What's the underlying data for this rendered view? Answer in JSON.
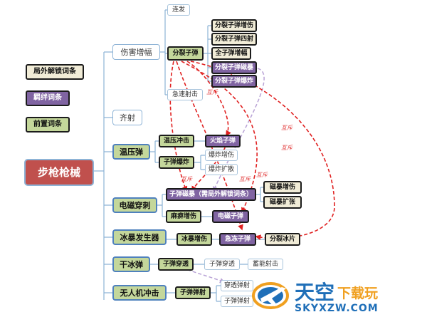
{
  "root": "步枪枪械",
  "legend": [
    "局外解锁词条",
    "羁绊词条",
    "前置词条"
  ],
  "categories": {
    "damage": "伤害增幅",
    "volley": "齐射",
    "thermal": "温压弹",
    "em": "电磁穿刺",
    "ice": "冰暴发生器",
    "dry": "干冰弹",
    "drone": "无人机冲击"
  },
  "nodes": {
    "burst": "连发",
    "split": "分裂子弹",
    "split_dmg": "分裂子弹增伤",
    "split_four": "分裂子弹四射",
    "all_amp": "全子弹增幅",
    "split_mag": "分裂子弹磁暴",
    "split_exp": "分裂子弹爆炸",
    "rapid": "急速射击",
    "therm_shock": "温压冲击",
    "bullet_exp": "子弹爆炸",
    "fire_bullet": "火焰子弹",
    "exp_dmg": "爆炸增伤",
    "exp_spread": "爆炸扩散",
    "mag_bullet": "子弹磁暴（需局外解锁词条）",
    "mag_dmg": "磁暴增伤",
    "mag_spread": "磁暴扩张",
    "paralyze": "麻痹增伤",
    "elec_bullet": "电磁子弹",
    "ice_dmg": "冰暴增伤",
    "freeze": "急冻子弹",
    "split_ice": "分裂冰片",
    "pierce": "子弹穿透",
    "pierce2": "子弹穿透",
    "charge": "蓄能射击",
    "drone_bounce": "子弹弹射",
    "pierce_bounce": "穿透弹射",
    "bounce_shot": "子弹弹射"
  },
  "conflict_label": "互斥",
  "watermark": {
    "cn_main": "天空",
    "cn_sub": "下载玩",
    "url": "SKYXZW.COM"
  },
  "colors": {
    "root": "#c0504d",
    "purple": "#8064a2",
    "green": "#c4d79b",
    "cream": "#f1ecd7",
    "conflict": "#e02020",
    "link": "#b9a3d6",
    "tree": "#8db3d6"
  }
}
